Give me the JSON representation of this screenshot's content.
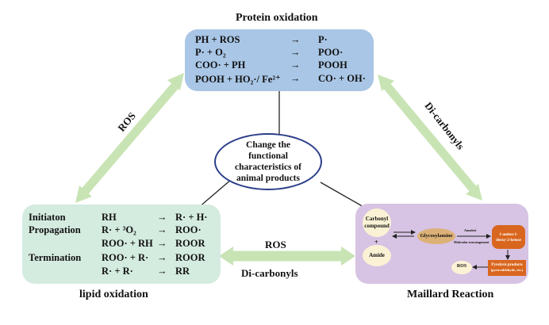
{
  "protein": {
    "title": "Protein oxidation",
    "reactions": [
      {
        "lhs": "PH + ROS",
        "arrow": "→",
        "rhs": "P·"
      },
      {
        "lhs": "P· + O₂",
        "arrow": "→",
        "rhs": "POO·"
      },
      {
        "lhs": "COO· + PH",
        "arrow": "→",
        "rhs": "POOH"
      },
      {
        "lhs": "POOH + HO₂·/ Fe²⁺",
        "arrow": "→",
        "rhs": "CO· + OH·"
      }
    ]
  },
  "center": {
    "line1": "Change the",
    "line2": "functional",
    "line3": "characteristics of",
    "line4": "animal products"
  },
  "lipid": {
    "title": "lipid oxidation",
    "rows": [
      {
        "stage": "Initiaton",
        "lhs": "RH",
        "arrow": "→",
        "rhs": "R· + H·"
      },
      {
        "stage": "Propagation",
        "lhs": "R· + ³O₂",
        "arrow": "→",
        "rhs": "ROO·"
      },
      {
        "stage": "",
        "lhs": "ROO· + RH",
        "arrow": "→",
        "rhs": "ROOR"
      },
      {
        "stage": "Termination",
        "lhs": "ROO· + R·",
        "arrow": "→",
        "rhs": "ROOR"
      },
      {
        "stage": "",
        "lhs": "R· + R·",
        "arrow": "→",
        "rhs": "RR"
      }
    ]
  },
  "maillard": {
    "title": "Maillard Reaction",
    "carbonyl_line1": "Carbonyl",
    "carbonyl_line2": "compound",
    "plus": "+",
    "amide": "Amide",
    "glycosylamine": "Glycosylamine",
    "amadori": "Amadori",
    "rearrangement": "Molecular rearrangement",
    "deoxy_line1": "1-amino-1-",
    "deoxy_line2": "deoxy-2-ketose",
    "products_line1": "Pyrolysis products",
    "products_line2": "(pyruvaldehyde, etc.)",
    "ros": "ROS"
  },
  "arrows": {
    "left_label": "ROS",
    "right_label": "Di-carbonyls",
    "bottom_top_label": "ROS",
    "bottom_bottom_label": "Di-carbonyls"
  },
  "colors": {
    "protein_box": "#a9c6e6",
    "lipid_box": "#d4ebe0",
    "maillard_box": "#d7c3e3",
    "arrow": "#c9e4b4",
    "ellipse_border": "#2b3e8a",
    "orange_box": "#d9661e",
    "tan_ellipse": "#dcb177",
    "cream_circle": "#fbf2d5"
  }
}
